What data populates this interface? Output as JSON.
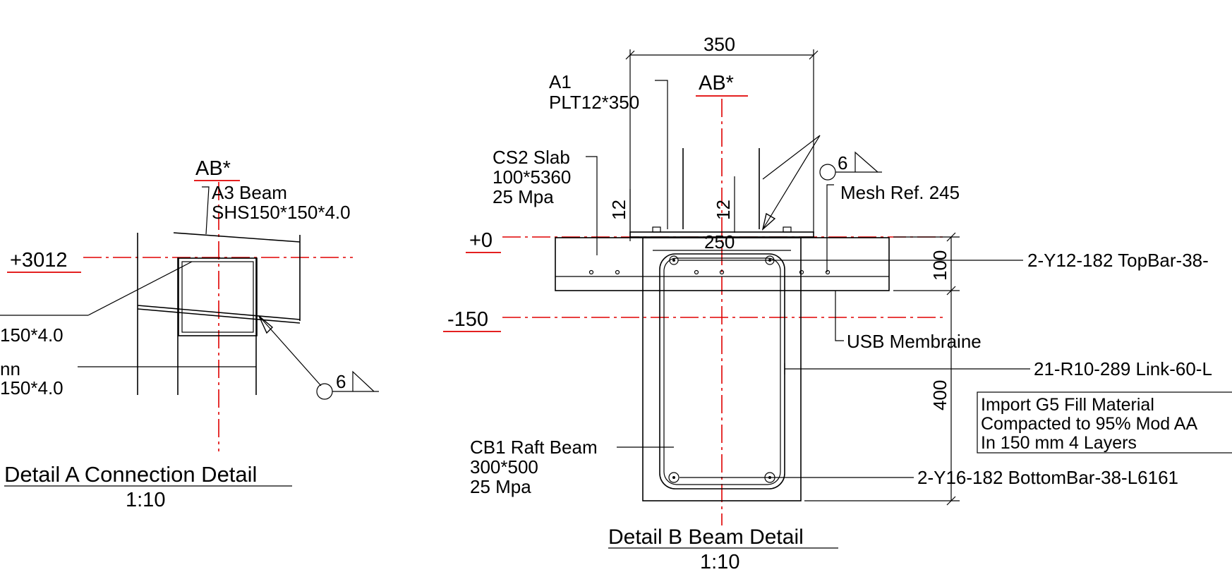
{
  "colors": {
    "ink": "#000000",
    "centerline": "#e00000",
    "background": "#ffffff"
  },
  "detail_a": {
    "grid_label": "AB*",
    "beam_label": "A3 Beam",
    "beam_size": "SHS150*150*4.0",
    "level": "+3012",
    "left_label_1": "150*4.0",
    "left_label_2_line1": "nn",
    "left_label_2_line2": "150*4.0",
    "weld_size": "6",
    "title": "Detail A  Connection Detail",
    "scale": "1:10"
  },
  "detail_b": {
    "grid_label": "AB*",
    "dim_top": "350",
    "dim_plate": "250",
    "dim_12_left": "12",
    "dim_12_right": "12",
    "dim_100": "100",
    "dim_400": "400",
    "plate_tag": "A1",
    "plate_size": "PLT12*350",
    "slab_line1": "CS2 Slab",
    "slab_line2": "100*5360",
    "slab_line3": "25 Mpa",
    "weld_size": "6",
    "mesh": "Mesh Ref. 245",
    "level_0": "+0",
    "level_150": "-150",
    "top_bar": "2-Y12-182 TopBar-38-",
    "membrane": "USB Membraine",
    "link": "21-R10-289 Link-60-L",
    "fill_line1": "Import G5 Fill Material",
    "fill_line2": "Compacted to 95% Mod AA",
    "fill_line3": "In 150 mm 4 Layers",
    "beam_line1": "CB1 Raft Beam",
    "beam_line2": "300*500",
    "beam_line3": "25 Mpa",
    "bottom_bar": "2-Y16-182 BottomBar-38-L6161",
    "title": "Detail B  Beam Detail",
    "scale": "1:10"
  }
}
